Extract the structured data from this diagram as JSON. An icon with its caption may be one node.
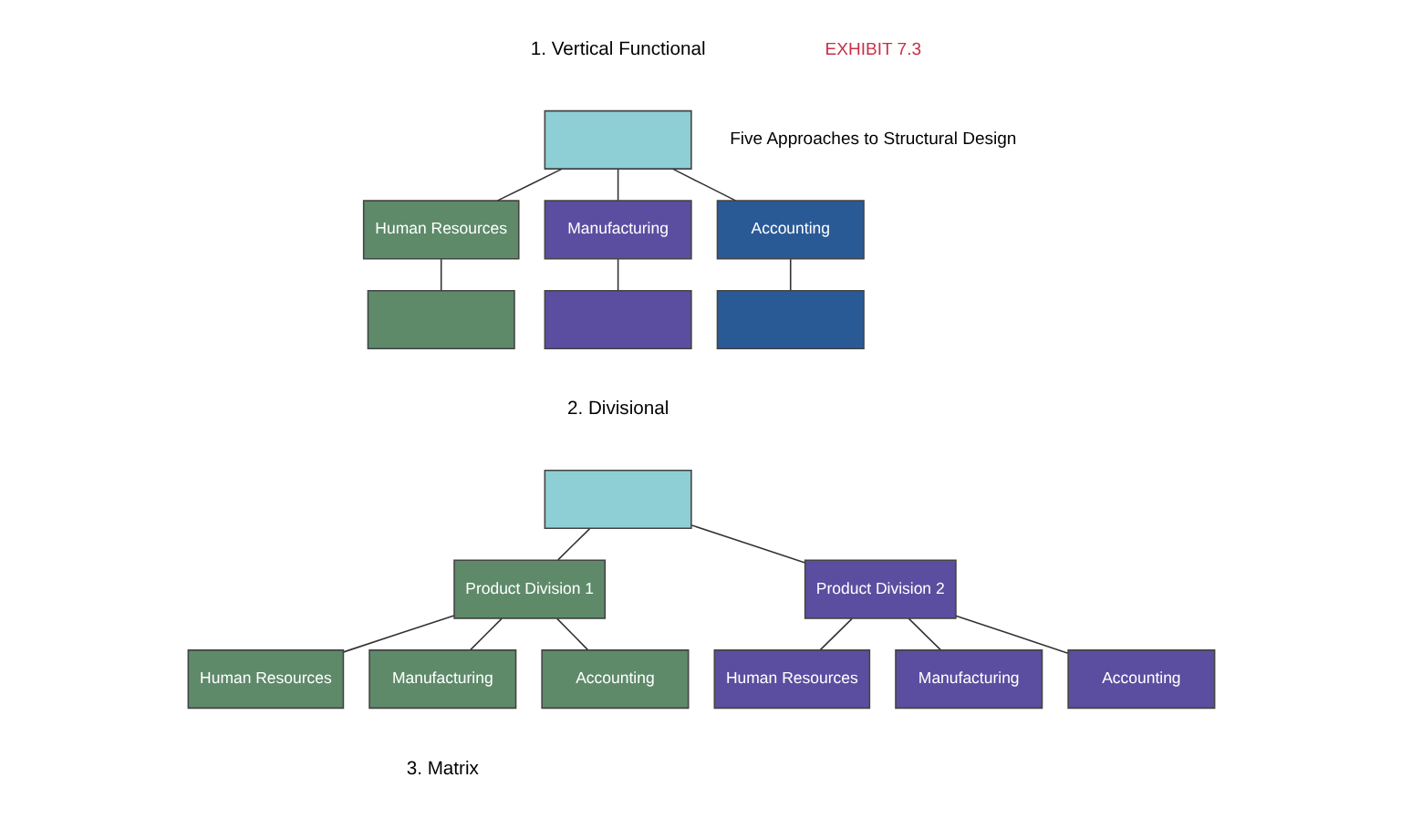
{
  "diagram": {
    "nodes": [
      {
        "text": [],
        "shape": "box"
      },
      {
        "text": [
          "Human Resources"
        ]
      },
      {
        "text": [
          "Manufacturing"
        ]
      },
      {
        "text": [
          "Accounting"
        ]
      },
      {
        "text": [],
        "shape": "box"
      },
      {
        "text": [],
        "shape": "box"
      },
      {
        "text": [],
        "shape": "box"
      },
      {
        "text": [],
        "shape": "box"
      },
      {
        "text": [
          "Product Division 1"
        ]
      },
      {
        "text": [
          "Product Division 2"
        ]
      },
      {
        "text": [
          "Human Resources"
        ]
      },
      {
        "text": [
          "Manufacturing"
        ]
      },
      {
        "text": [
          "Accounting"
        ]
      },
      {
        "text": [
          "Human Resources"
        ]
      },
      {
        "text": [
          "Manufacturing"
        ]
      },
      {
        "text": [
          "Accounting"
        ]
      }
    ],
    "edges": [
      {
        "from": 0,
        "to": 1,
        "arrow": "none"
      },
      {
        "from": 0,
        "to": 2,
        "arrow": "none"
      },
      {
        "from": 0,
        "to": 3,
        "arrow": "none"
      },
      {
        "from": 1,
        "to": 4,
        "arrow": "none"
      },
      {
        "from": 2,
        "to": 5,
        "arrow": "none"
      },
      {
        "from": 3,
        "to": 6,
        "arrow": "none"
      },
      {
        "from": 7,
        "to": 8,
        "arrow": "none"
      },
      {
        "from": 7,
        "to": 9,
        "arrow": "none"
      },
      {
        "from": 8,
        "to": 10,
        "arrow": "none"
      },
      {
        "from": 8,
        "to": 11,
        "arrow": "none"
      },
      {
        "from": 8,
        "to": 12,
        "arrow": "none"
      },
      {
        "from": 9,
        "to": 13,
        "arrow": "none"
      },
      {
        "from": 9,
        "to": 14,
        "arrow": "none"
      },
      {
        "from": 9,
        "to": 15,
        "arrow": "none"
      }
    ],
    "labels": [
      "1. Vertical Functional",
      "EXHIBIT 7.3",
      "Five Approaches to Structural Design",
      "2. Divisional",
      "3. Matrix"
    ]
  }
}
